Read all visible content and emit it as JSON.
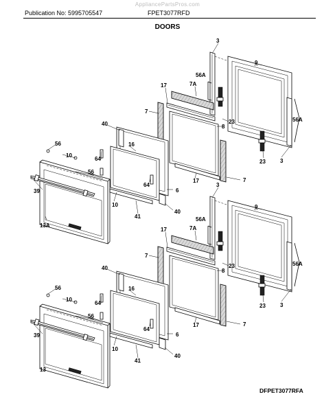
{
  "watermark": "AppliancePartsPros.com",
  "header": {
    "publication": "Publication No: 5995705547",
    "model": "FPET3077RFD",
    "section_title": "DOORS"
  },
  "footer": {
    "diagram_id": "DFPET3077RFA"
  },
  "upper_door": {
    "callouts": {
      "c3a": "3",
      "c9": "9",
      "c56a_l": "56A",
      "c7a": "7A",
      "c17_top": "17",
      "c7_left": "7",
      "c8": "8",
      "c23_a": "23",
      "c56a_r": "56A",
      "c23_b": "23",
      "c3b": "3",
      "c40_top": "40",
      "c16": "16",
      "c56_top": "56",
      "c10_top": "10",
      "c64_top": "64",
      "c56_mid": "56",
      "c39": "39",
      "c64_mid": "64",
      "c6": "6",
      "c10_bot": "10",
      "c40_bot": "40",
      "c41": "41",
      "c17_bot": "17",
      "c7_right": "7",
      "c13": "13A"
    }
  },
  "lower_door": {
    "callouts": {
      "c3a": "3",
      "c9": "9",
      "c56a_l": "56A",
      "c7a": "7A",
      "c17_top": "17",
      "c7_left": "7",
      "c8": "8",
      "c23_a": "23",
      "c56a_r": "56A",
      "c23_b": "23",
      "c3b": "3",
      "c40_top": "40",
      "c16": "16",
      "c56_top": "56",
      "c10_top": "10",
      "c64_top": "64",
      "c56_mid": "56",
      "c39": "39",
      "c64_mid": "64",
      "c6": "6",
      "c10_bot": "10",
      "c40_bot": "40",
      "c41": "41",
      "c17_bot": "17",
      "c7_right": "7",
      "c13": "13"
    }
  }
}
